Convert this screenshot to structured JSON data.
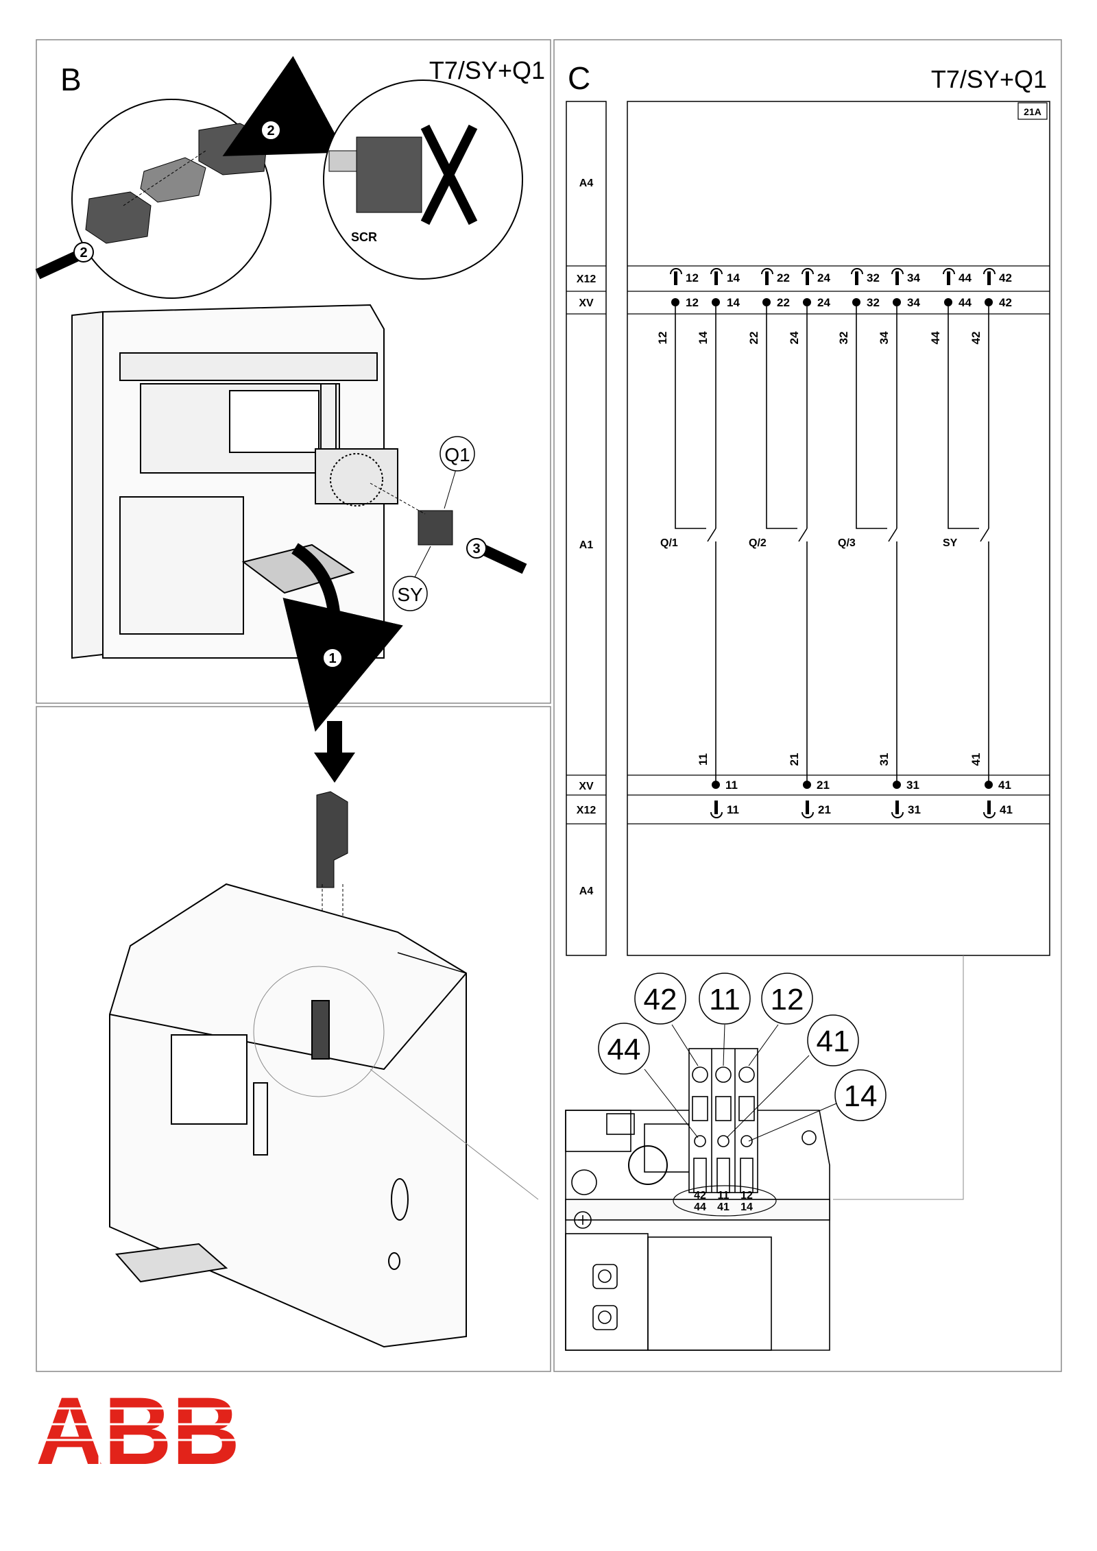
{
  "panel_b": {
    "letter": "B",
    "model": "T7/SY+Q1",
    "callout_q1": "Q1",
    "callout_sy": "SY",
    "steps": [
      "1",
      "2",
      "2",
      "3"
    ],
    "scr_label": "SCR"
  },
  "panel_c": {
    "letter": "C",
    "model": "T7/SY+Q1",
    "sheet_ref": "21A",
    "rows": [
      "A4",
      "X12",
      "XV",
      "A1",
      "XV",
      "X12",
      "A4"
    ],
    "top_terminals": [
      "12",
      "14",
      "22",
      "24",
      "32",
      "34",
      "44",
      "42"
    ],
    "bottom_terminals": [
      "11",
      "21",
      "31",
      "41"
    ],
    "contacts": [
      "Q/1",
      "Q/2",
      "Q/3",
      "SY"
    ]
  },
  "terminal_detail": {
    "callouts": [
      "42",
      "11",
      "12",
      "44",
      "41",
      "14"
    ],
    "plate_top": [
      "42",
      "11",
      "12"
    ],
    "plate_bottom": [
      "44",
      "41",
      "14"
    ]
  },
  "logo": {
    "text": "ABB",
    "color": "#e2231a"
  }
}
